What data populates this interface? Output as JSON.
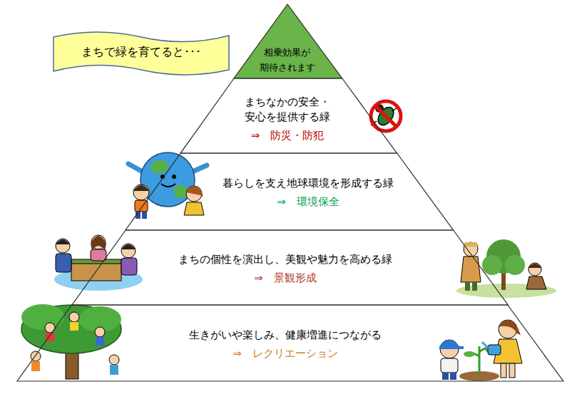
{
  "diagram": {
    "nodes": [
      {
        "text": [
          "まちで緑を育てると･･･"
        ]
      },
      {
        "text": [
          "相乗効果が 期待されます"
        ]
      },
      {
        "text": [
          "まちなかの安全・ 安心を提供する緑",
          "⇒　防災・防犯"
        ]
      },
      {
        "text": [
          "暮らしを支え地球環境を形成する緑",
          "⇒　環境保全"
        ]
      },
      {
        "text": [
          "まちの個性を演出し、美観や魅力を高める緑",
          "⇒　景観形成"
        ]
      },
      {
        "text": [
          "生きがいや楽しみ、健康増進につながる",
          "⇒　レクリエーション"
        ]
      }
    ]
  }
}
